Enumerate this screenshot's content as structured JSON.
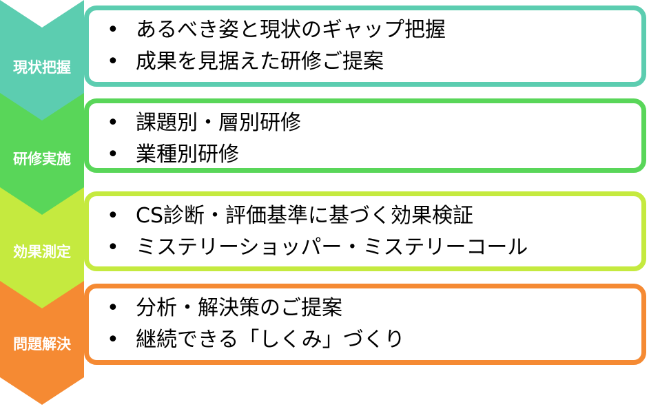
{
  "colors": {
    "step1": "#5ccdb0",
    "step2": "#59d659",
    "step3": "#c5ea3f",
    "step4": "#f58a33"
  },
  "steps": [
    {
      "label": "現状把握",
      "items": [
        "あるべき姿と現状のギャップ把握",
        "成果を見据えた研修ご提案"
      ]
    },
    {
      "label": "研修実施",
      "items": [
        "課題別・層別研修",
        "業種別研修"
      ]
    },
    {
      "label": "効果測定",
      "items": [
        "CS診断・評価基準に基づく効果検証",
        "ミステリーショッパー・ミステリーコール"
      ]
    },
    {
      "label": "問題解決",
      "items": [
        "分析・解決策のご提案",
        "継続できる「しくみ」づくり"
      ]
    }
  ],
  "bullet": "•"
}
